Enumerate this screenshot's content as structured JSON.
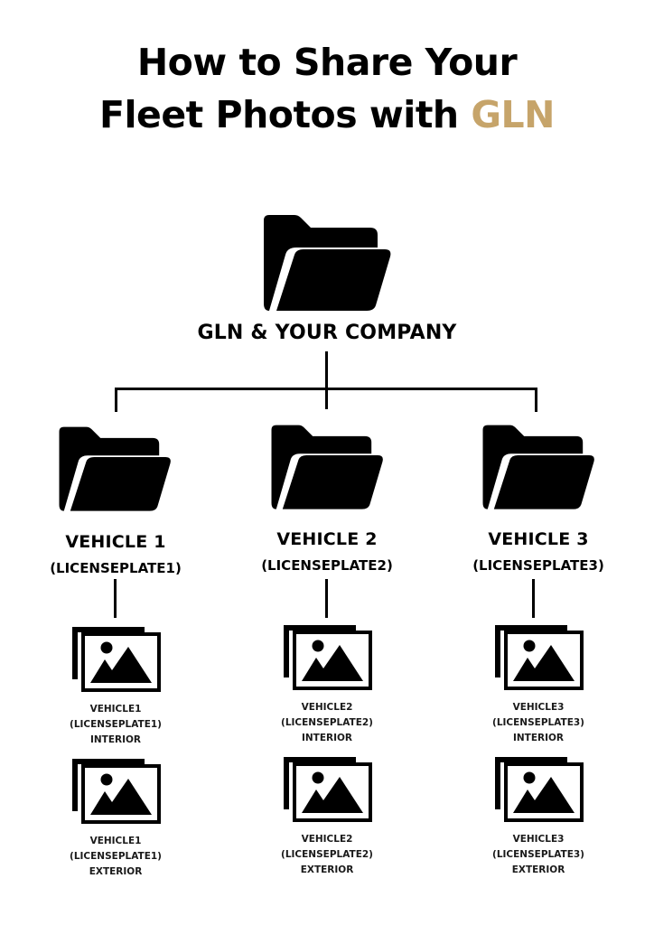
{
  "title": {
    "line1": "How to Share Your",
    "line2_prefix": "Fleet Photos with ",
    "line2_accent": "GLN",
    "accent_color": "#C6A46A"
  },
  "root": {
    "icon": "folder-open-icon",
    "label": "GLN & YOUR COMPANY"
  },
  "vehicles": [
    {
      "icon": "folder-open-icon",
      "name": "VEHICLE 1",
      "plate": "(LICENSEPLATE1)",
      "photos": [
        {
          "icon": "image-gallery-icon",
          "lines": [
            "VEHICLE1",
            "(LICENSEPLATE1)",
            "INTERIOR"
          ]
        },
        {
          "icon": "image-gallery-icon",
          "lines": [
            "VEHICLE1",
            "(LICENSEPLATE1)",
            "EXTERIOR"
          ]
        }
      ]
    },
    {
      "icon": "folder-open-icon",
      "name": "VEHICLE 2",
      "plate": "(LICENSEPLATE2)",
      "photos": [
        {
          "icon": "image-gallery-icon",
          "lines": [
            "VEHICLE2",
            "(LICENSEPLATE2)",
            "INTERIOR"
          ]
        },
        {
          "icon": "image-gallery-icon",
          "lines": [
            "VEHICLE2",
            "(LICENSEPLATE2)",
            "EXTERIOR"
          ]
        }
      ]
    },
    {
      "icon": "folder-open-icon",
      "name": "VEHICLE 3",
      "plate": "(LICENSEPLATE3)",
      "photos": [
        {
          "icon": "image-gallery-icon",
          "lines": [
            "VEHICLE3",
            "(LICENSEPLATE3)",
            "INTERIOR"
          ]
        },
        {
          "icon": "image-gallery-icon",
          "lines": [
            "VEHICLE3",
            "(LICENSEPLATE3)",
            "EXTERIOR"
          ]
        }
      ]
    }
  ]
}
